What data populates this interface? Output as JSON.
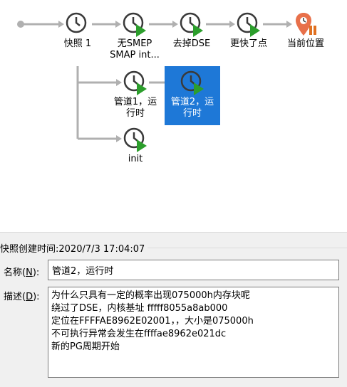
{
  "tree": {
    "nodes": [
      {
        "id": "snapshot-1",
        "label": "快照 1"
      },
      {
        "id": "no-smep",
        "label": "无SMEP\nSMAP int..."
      },
      {
        "id": "remove-dse",
        "label": "去掉DSE"
      },
      {
        "id": "faster",
        "label": "更快了点"
      },
      {
        "id": "current",
        "label": "当前位置"
      },
      {
        "id": "pipe1",
        "label": "管道1，运\n行时"
      },
      {
        "id": "pipe2",
        "label": "管道2，运\n行时"
      },
      {
        "id": "init",
        "label": "init"
      }
    ]
  },
  "details": {
    "created_label": "快照创建时间:2020/7/3 17:04:07",
    "name_label": "名称(N):",
    "name_label_pre": "名称(",
    "name_label_key": "N",
    "name_label_post": "):",
    "name_value": "管道2，运行时",
    "desc_label_pre": "描述(",
    "desc_label_key": "D",
    "desc_label_post": "):",
    "desc_lines": [
      "为什么只具有一定的概率出现075000h内存块呢",
      "绕过了DSE，内核基址 fffff8055a8ab000",
      "定位在FFFFAE8962E02001，，大小是075000h",
      "不可执行异常会发生在ffffae8962e021dc",
      "新的PG周期开始"
    ]
  },
  "colors": {
    "selected": "#1e78d7",
    "clock": "#3a3a3a",
    "play": "#2c9e2c",
    "connector": "#b0b0b0"
  }
}
